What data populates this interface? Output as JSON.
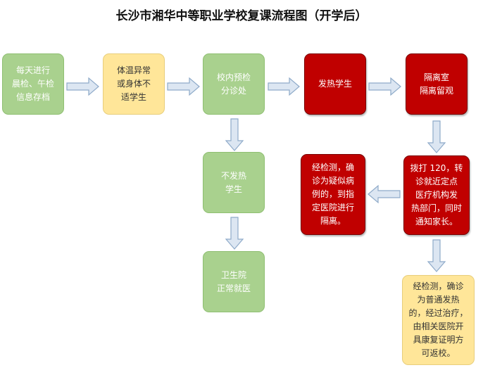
{
  "title": "长沙市湘华中等职业学校复课流程图（开学后）",
  "nodes": {
    "daily_check": "每天进行\n晨检、午检\n信息存档",
    "abnormal": "体温异常\n或身体不\n适学生",
    "clinic": "校内预检\n分诊处",
    "fever": "发热学生",
    "isolation_room": "隔离室\n隔离留观",
    "dial_120": "拨打 120，转\n诊就近定点\n医疗机构发\n热部门，同时\n通知家长。",
    "suspected": "经检测，确\n诊为疑似病\n例的，到指\n定医院进行\n隔离。",
    "no_fever": "不发热\n学生",
    "health_room": "卫生院\n正常就医",
    "normal_fever": "经检测，确诊\n为普通发热\n的，经过治疗，\n由相关医院开\n具康复证明方\n可返校。"
  },
  "colors": {
    "green": "#a9d18e",
    "yellow": "#ffe699",
    "red": "#c00000",
    "arrow_fill": "#dce6f2",
    "arrow_stroke": "#8eaac9"
  }
}
